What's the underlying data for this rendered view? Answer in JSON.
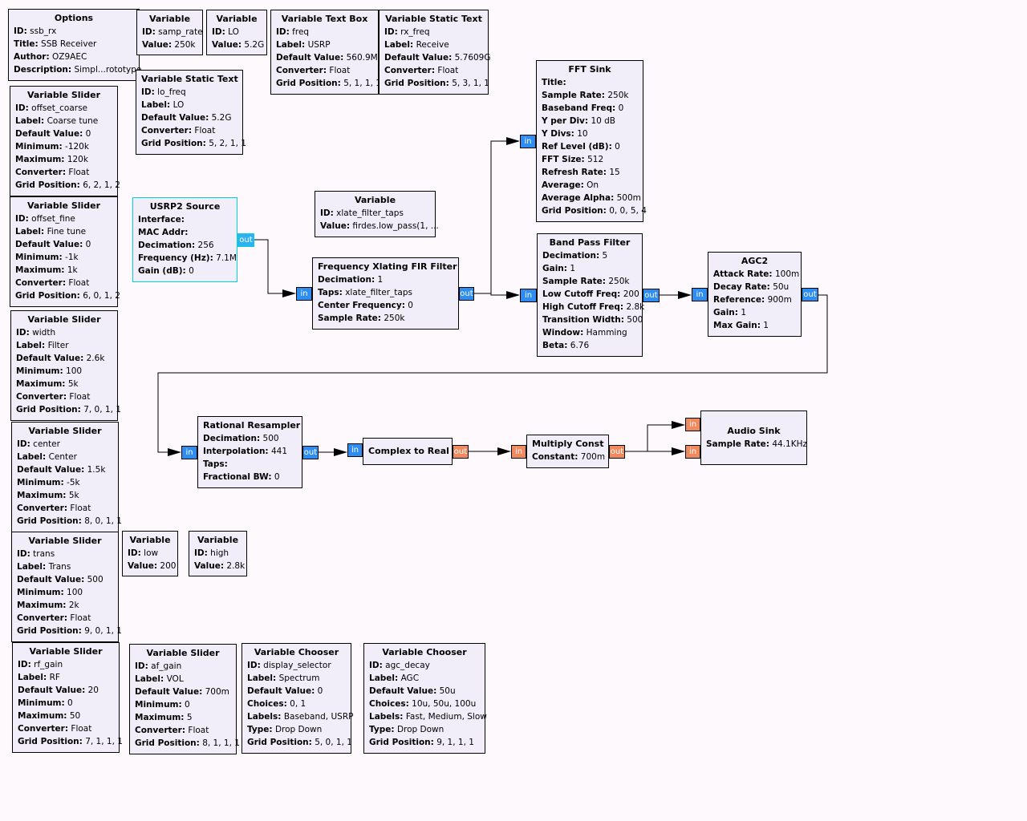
{
  "blocks": {
    "options": {
      "title": "Options",
      "rows": [
        [
          "ID:",
          "ssb_rx"
        ],
        [
          "Title:",
          "SSB Receiver"
        ],
        [
          "Author:",
          "OZ9AEC"
        ],
        [
          "Description:",
          "Simpl...rototype"
        ]
      ]
    },
    "var_samp_rate": {
      "title": "Variable",
      "rows": [
        [
          "ID:",
          "samp_rate"
        ],
        [
          "Value:",
          "250k"
        ]
      ]
    },
    "var_lo": {
      "title": "Variable",
      "rows": [
        [
          "ID:",
          "LO"
        ],
        [
          "Value:",
          "5.2G"
        ]
      ]
    },
    "vtb_freq": {
      "title": "Variable Text Box",
      "rows": [
        [
          "ID:",
          "freq"
        ],
        [
          "Label:",
          "USRP"
        ],
        [
          "Default Value:",
          "560.9M"
        ],
        [
          "Converter:",
          "Float"
        ],
        [
          "Grid Position:",
          "5, 1, 1, 1"
        ]
      ]
    },
    "vst_rx_freq": {
      "title": "Variable Static Text",
      "rows": [
        [
          "ID:",
          "rx_freq"
        ],
        [
          "Label:",
          "Receive"
        ],
        [
          "Default Value:",
          "5.7609G"
        ],
        [
          "Converter:",
          "Float"
        ],
        [
          "Grid Position:",
          "5, 3, 1, 1"
        ]
      ]
    },
    "vst_lo_freq": {
      "title": "Variable Static Text",
      "rows": [
        [
          "ID:",
          "lo_freq"
        ],
        [
          "Label:",
          "LO"
        ],
        [
          "Default Value:",
          "5.2G"
        ],
        [
          "Converter:",
          "Float"
        ],
        [
          "Grid Position:",
          "5, 2, 1, 1"
        ]
      ]
    },
    "vs_offset_coarse": {
      "title": "Variable Slider",
      "rows": [
        [
          "ID:",
          "offset_coarse"
        ],
        [
          "Label:",
          "Coarse tune"
        ],
        [
          "Default Value:",
          "0"
        ],
        [
          "Minimum:",
          "-120k"
        ],
        [
          "Maximum:",
          "120k"
        ],
        [
          "Converter:",
          "Float"
        ],
        [
          "Grid Position:",
          "6, 2, 1, 2"
        ]
      ]
    },
    "vs_offset_fine": {
      "title": "Variable Slider",
      "rows": [
        [
          "ID:",
          "offset_fine"
        ],
        [
          "Label:",
          "Fine tune"
        ],
        [
          "Default Value:",
          "0"
        ],
        [
          "Minimum:",
          "-1k"
        ],
        [
          "Maximum:",
          "1k"
        ],
        [
          "Converter:",
          "Float"
        ],
        [
          "Grid Position:",
          "6, 0, 1, 2"
        ]
      ]
    },
    "vs_width": {
      "title": "Variable Slider",
      "rows": [
        [
          "ID:",
          "width"
        ],
        [
          "Label:",
          "Filter"
        ],
        [
          "Default Value:",
          "2.6k"
        ],
        [
          "Minimum:",
          "100"
        ],
        [
          "Maximum:",
          "5k"
        ],
        [
          "Converter:",
          "Float"
        ],
        [
          "Grid Position:",
          "7, 0, 1, 1"
        ]
      ]
    },
    "vs_center": {
      "title": "Variable Slider",
      "rows": [
        [
          "ID:",
          "center"
        ],
        [
          "Label:",
          "Center"
        ],
        [
          "Default Value:",
          "1.5k"
        ],
        [
          "Minimum:",
          "-5k"
        ],
        [
          "Maximum:",
          "5k"
        ],
        [
          "Converter:",
          "Float"
        ],
        [
          "Grid Position:",
          "8, 0, 1, 1"
        ]
      ]
    },
    "vs_trans": {
      "title": "Variable Slider",
      "rows": [
        [
          "ID:",
          "trans"
        ],
        [
          "Label:",
          "Trans"
        ],
        [
          "Default Value:",
          "500"
        ],
        [
          "Minimum:",
          "100"
        ],
        [
          "Maximum:",
          "2k"
        ],
        [
          "Converter:",
          "Float"
        ],
        [
          "Grid Position:",
          "9, 0, 1, 1"
        ]
      ]
    },
    "vs_rf_gain": {
      "title": "Variable Slider",
      "rows": [
        [
          "ID:",
          "rf_gain"
        ],
        [
          "Label:",
          "RF"
        ],
        [
          "Default Value:",
          "20"
        ],
        [
          "Minimum:",
          "0"
        ],
        [
          "Maximum:",
          "50"
        ],
        [
          "Converter:",
          "Float"
        ],
        [
          "Grid Position:",
          "7, 1, 1, 1"
        ]
      ]
    },
    "vs_af_gain": {
      "title": "Variable Slider",
      "rows": [
        [
          "ID:",
          "af_gain"
        ],
        [
          "Label:",
          "VOL"
        ],
        [
          "Default Value:",
          "700m"
        ],
        [
          "Minimum:",
          "0"
        ],
        [
          "Maximum:",
          "5"
        ],
        [
          "Converter:",
          "Float"
        ],
        [
          "Grid Position:",
          "8, 1, 1, 1"
        ]
      ]
    },
    "vc_display": {
      "title": "Variable Chooser",
      "rows": [
        [
          "ID:",
          "display_selector"
        ],
        [
          "Label:",
          "Spectrum"
        ],
        [
          "Default Value:",
          "0"
        ],
        [
          "Choices:",
          "0, 1"
        ],
        [
          "Labels:",
          "Baseband, USRP"
        ],
        [
          "Type:",
          "Drop Down"
        ],
        [
          "Grid Position:",
          "5, 0, 1, 1"
        ]
      ]
    },
    "vc_agc": {
      "title": "Variable Chooser",
      "rows": [
        [
          "ID:",
          "agc_decay"
        ],
        [
          "Label:",
          "AGC"
        ],
        [
          "Default Value:",
          "50u"
        ],
        [
          "Choices:",
          "10u, 50u, 100u"
        ],
        [
          "Labels:",
          "Fast, Medium, Slow"
        ],
        [
          "Type:",
          "Drop Down"
        ],
        [
          "Grid Position:",
          "9, 1, 1, 1"
        ]
      ]
    },
    "var_low": {
      "title": "Variable",
      "rows": [
        [
          "ID:",
          "low"
        ],
        [
          "Value:",
          "200"
        ]
      ]
    },
    "var_high": {
      "title": "Variable",
      "rows": [
        [
          "ID:",
          "high"
        ],
        [
          "Value:",
          "2.8k"
        ]
      ]
    },
    "usrp2": {
      "title": "USRP2 Source",
      "rows": [
        [
          "Interface:",
          ""
        ],
        [
          "MAC Addr:",
          ""
        ],
        [
          "Decimation:",
          "256"
        ],
        [
          "Frequency (Hz):",
          "7.1M"
        ],
        [
          "Gain (dB):",
          "0"
        ]
      ]
    },
    "var_taps": {
      "title": "Variable",
      "rows": [
        [
          "ID:",
          "xlate_filter_taps"
        ],
        [
          "Value:",
          "firdes.low_pass(1, ..."
        ]
      ]
    },
    "xlate": {
      "title": "Frequency Xlating FIR Filter",
      "rows": [
        [
          "Decimation:",
          "1"
        ],
        [
          "Taps:",
          "xlate_filter_taps"
        ],
        [
          "Center Frequency:",
          "0"
        ],
        [
          "Sample Rate:",
          "250k"
        ]
      ]
    },
    "fft": {
      "title": "FFT Sink",
      "rows": [
        [
          "Title:",
          ""
        ],
        [
          "Sample Rate:",
          "250k"
        ],
        [
          "Baseband Freq:",
          "0"
        ],
        [
          "Y per Div:",
          "10 dB"
        ],
        [
          "Y Divs:",
          "10"
        ],
        [
          "Ref Level (dB):",
          "0"
        ],
        [
          "FFT Size:",
          "512"
        ],
        [
          "Refresh Rate:",
          "15"
        ],
        [
          "Average:",
          "On"
        ],
        [
          "Average Alpha:",
          "500m"
        ],
        [
          "Grid Position:",
          "0, 0, 5, 4"
        ]
      ]
    },
    "bpf": {
      "title": "Band Pass Filter",
      "rows": [
        [
          "Decimation:",
          "5"
        ],
        [
          "Gain:",
          "1"
        ],
        [
          "Sample Rate:",
          "250k"
        ],
        [
          "Low Cutoff Freq:",
          "200"
        ],
        [
          "High Cutoff Freq:",
          "2.8k"
        ],
        [
          "Transition Width:",
          "500"
        ],
        [
          "Window:",
          "Hamming"
        ],
        [
          "Beta:",
          "6.76"
        ]
      ]
    },
    "agc2": {
      "title": "AGC2",
      "rows": [
        [
          "Attack Rate:",
          "100m"
        ],
        [
          "Decay Rate:",
          "50u"
        ],
        [
          "Reference:",
          "900m"
        ],
        [
          "Gain:",
          "1"
        ],
        [
          "Max Gain:",
          "1"
        ]
      ]
    },
    "resampler": {
      "title": "Rational Resampler",
      "rows": [
        [
          "Decimation:",
          "500"
        ],
        [
          "Interpolation:",
          "441"
        ],
        [
          "Taps:",
          ""
        ],
        [
          "Fractional BW:",
          "0"
        ]
      ]
    },
    "c2r": {
      "title": "Complex to Real",
      "rows": []
    },
    "mult": {
      "title": "Multiply Const",
      "rows": [
        [
          "Constant:",
          "700m"
        ]
      ]
    },
    "audio": {
      "title": "Audio Sink",
      "rows": [
        [
          "Sample Rate:",
          "44.1KHz"
        ]
      ]
    }
  },
  "ports": {
    "in": "in",
    "out": "out"
  },
  "colors": {
    "complex_port": "#2f8cf0",
    "float_port": "#f08a5e",
    "selected_border": "#00d0e0",
    "block_bg": "#f1eefa",
    "canvas_bg": "#fdf9fd"
  }
}
